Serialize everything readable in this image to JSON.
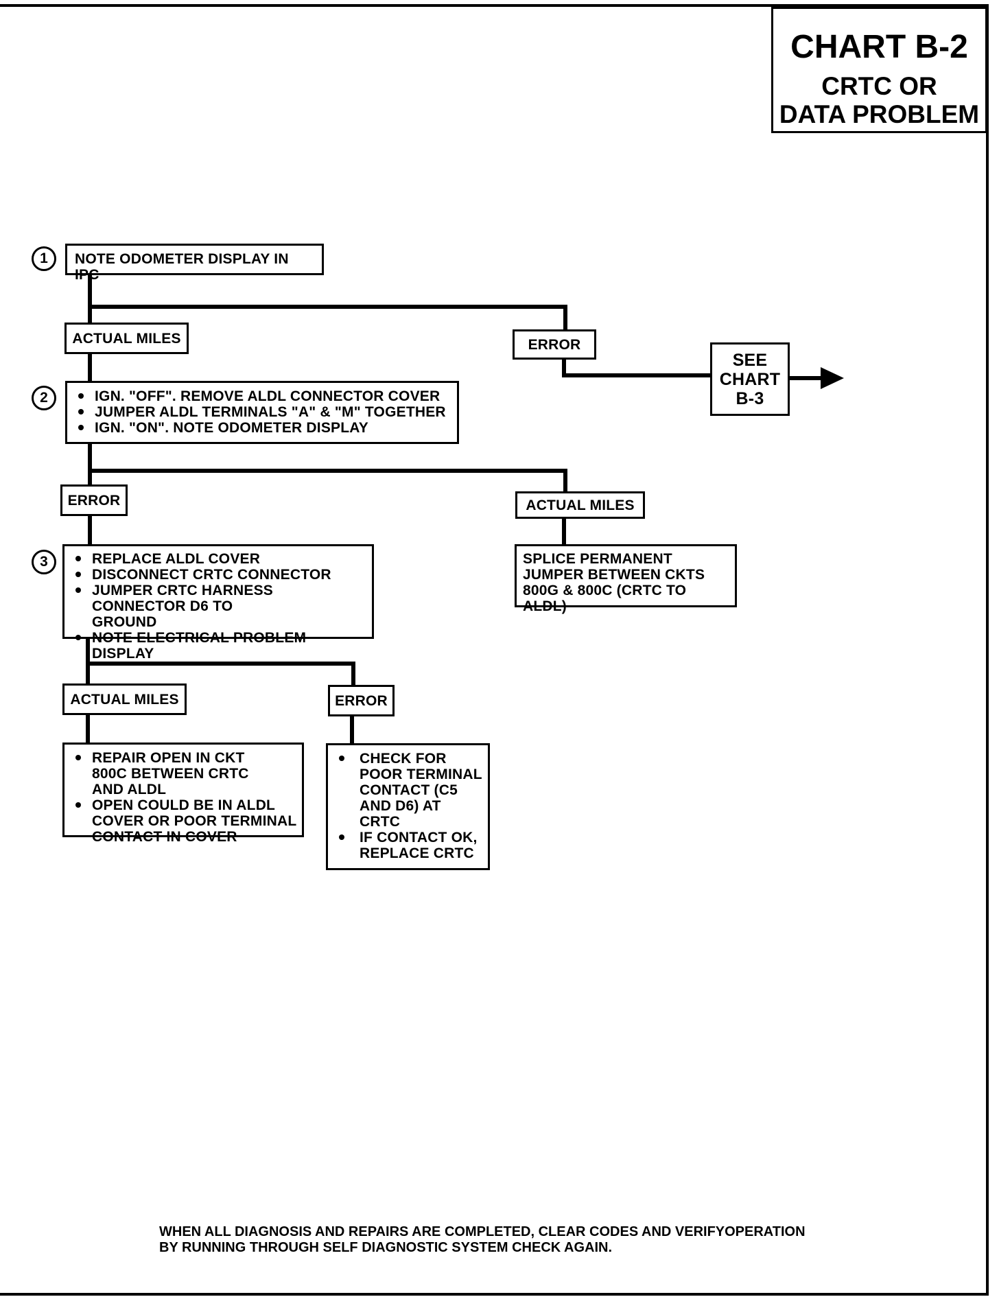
{
  "header": {
    "chart_id": "CHART B-2",
    "title_line1": "CRTC OR",
    "title_line2": "DATA PROBLEM"
  },
  "steps": {
    "step1": {
      "number": "1",
      "text": "NOTE ODOMETER DISPLAY IN IPC"
    },
    "step2": {
      "number": "2",
      "bullets": [
        "IGN. \"OFF\". REMOVE ALDL CONNECTOR COVER",
        "JUMPER ALDL TERMINALS \"A\" & \"M\" TOGETHER",
        "IGN. \"ON\". NOTE ODOMETER DISPLAY"
      ]
    },
    "step3": {
      "number": "3",
      "bullets": [
        "REPLACE ALDL COVER",
        "DISCONNECT CRTC CONNECTOR",
        "JUMPER CRTC HARNESS CONNECTOR D6 TO GROUND",
        "NOTE ELECTRICAL PROBLEM DISPLAY"
      ]
    }
  },
  "branches": {
    "s1_actual": "ACTUAL MILES",
    "s1_error": "ERROR",
    "see_chart": [
      "SEE",
      "CHART",
      "B-3"
    ],
    "s2_error": "ERROR",
    "s2_actual": "ACTUAL MILES",
    "s2_actual_result": "SPLICE PERMANENT JUMPER BETWEEN CKTS 800G & 800C (CRTC TO ALDL)",
    "s3_actual": "ACTUAL MILES",
    "s3_error": "ERROR",
    "s3_actual_result": [
      "REPAIR OPEN IN CKT 800C BETWEEN CRTC AND ALDL",
      "OPEN COULD BE IN ALDL COVER OR POOR TERMINAL CONTACT IN COVER"
    ],
    "s3_error_result": [
      "CHECK FOR POOR TERMINAL CONTACT (C5 AND D6) AT CRTC",
      "IF CONTACT OK, REPLACE CRTC"
    ]
  },
  "footer": {
    "line1": "WHEN ALL DIAGNOSIS AND REPAIRS ARE COMPLETED, CLEAR CODES AND VERIFYOPERATION",
    "line2": "BY RUNNING THROUGH SELF DIAGNOSTIC SYSTEM CHECK AGAIN."
  }
}
